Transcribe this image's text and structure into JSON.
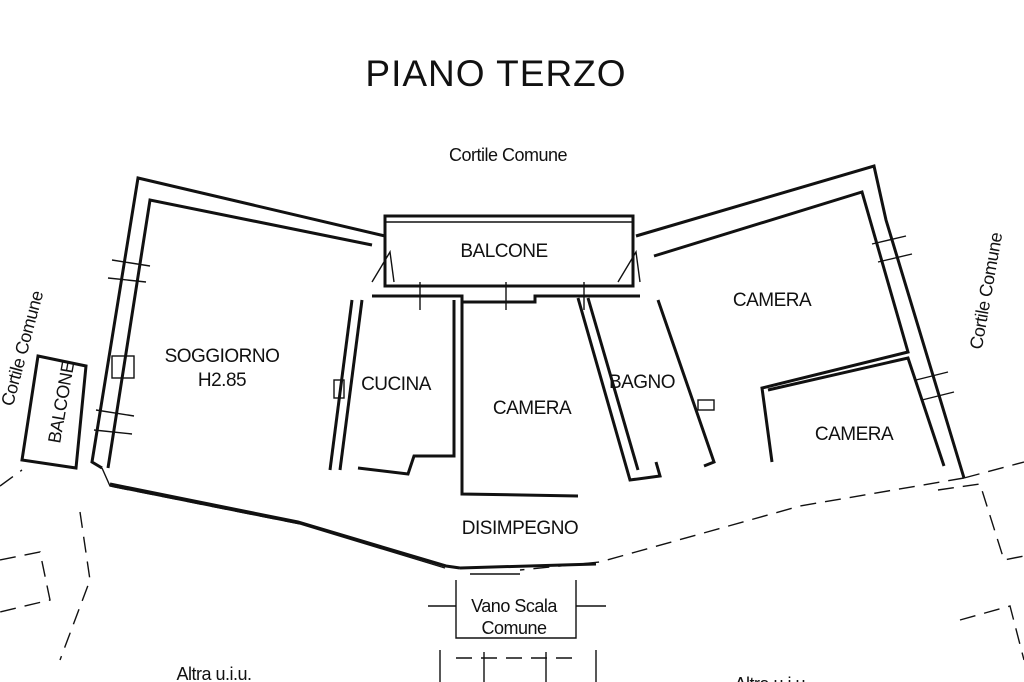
{
  "title": "PIANO TERZO",
  "labels": {
    "courtyard_top": "Cortile Comune",
    "courtyard_left": "Cortile Comune",
    "courtyard_right": "Cortile Comune",
    "balcony_center": "BALCONE",
    "balcony_left": "BALCONE",
    "living_room": "SOGGIORNO",
    "ceiling_height": "H2.85",
    "kitchen": "CUCINA",
    "bedroom_center": "CAMERA",
    "bathroom": "BAGNO",
    "bedroom_right_top": "CAMERA",
    "bedroom_right_bottom": "CAMERA",
    "hallway": "DISIMPEGNO",
    "stairwell_line1": "Vano Scala",
    "stairwell_line2": "Comune",
    "other_unit_left": "Altra u.i.u.",
    "other_unit_right": "Altra u.i.u."
  }
}
